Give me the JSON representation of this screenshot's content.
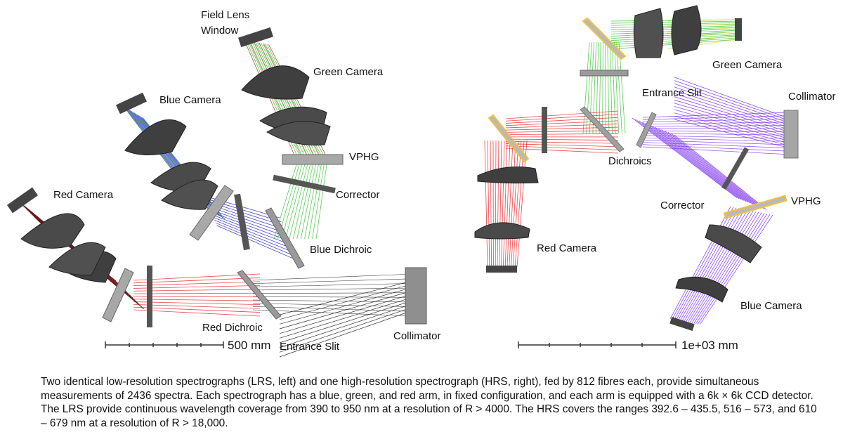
{
  "lrs": {
    "labels": {
      "field_lens_window": [
        "Field Lens",
        "Window"
      ],
      "green_camera": "Green Camera",
      "blue_camera": "Blue Camera",
      "red_camera": "Red Camera",
      "vphg": "VPHG",
      "corrector": "Corrector",
      "blue_dichroic": "Blue Dichroic",
      "red_dichroic": "Red Dichroic",
      "collimator": "Collimator",
      "entrance_slit": "Entrance Slit"
    },
    "scale_bar": "500 mm"
  },
  "hrs": {
    "labels": {
      "green_camera": "Green Camera",
      "entrance_slit": "Entrance Slit",
      "collimator": "Collimator",
      "dichroics": "Dichroics",
      "corrector": "Corrector",
      "vphg": "VPHG",
      "red_camera": "Red Camera",
      "blue_camera": "Blue Camera"
    },
    "scale_bar": "1e+03 mm"
  },
  "colors": {
    "red_beam": "#e8252b",
    "green_beam": "#3cc43a",
    "blue_beam": "#2a2ad0",
    "violet_beam": "#7b2ff0",
    "yellow_beam": "#d8d820",
    "optic_dark": "#3a3a3a",
    "optic_grey": "#9a9a9a",
    "dichroic_yellow": "#f0c040"
  },
  "caption": "Two identical low-resolution spectrographs (LRS, left) and one high-resolution spectrograph (HRS, right), fed by 812 fibres each, provide simultaneous measurements of 2436 spectra. Each spectrograph has a blue, green, and red arm, in fixed configuration, and each arm is equipped with a 6k × 6k CCD detector. The LRS provide continuous wavelength coverage from 390 to 950 nm at a resolution of R > 4000. The HRS covers the ranges 392.6 – 435.5, 516 – 573, and 610 – 679 nm at a resolution of R > 18,000."
}
